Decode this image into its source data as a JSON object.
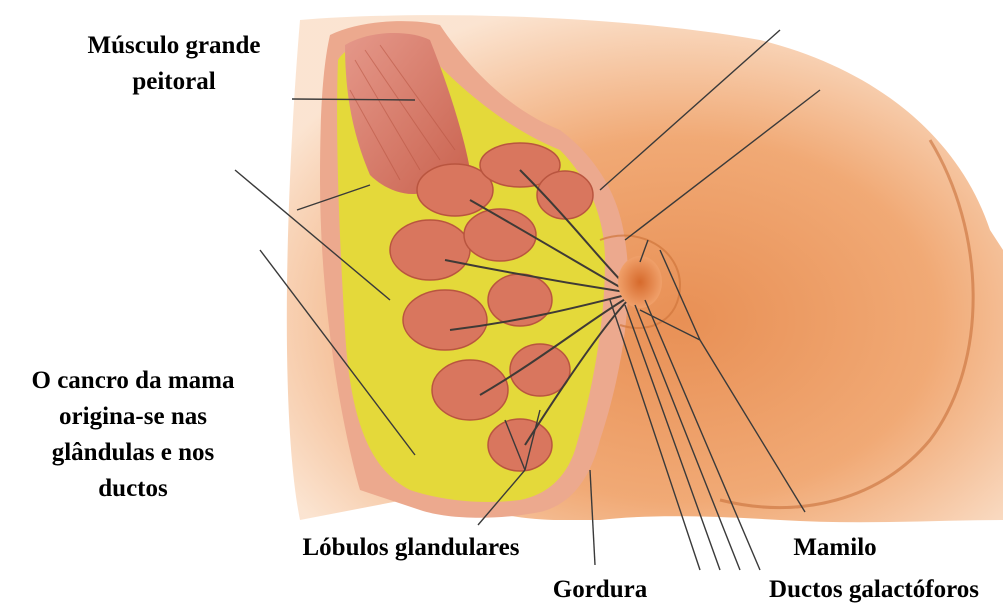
{
  "labels": {
    "pectoral_muscle": [
      "Músculo grande",
      "peitoral"
    ],
    "cancer_note": [
      "O cancro da mama",
      "origina-se nas",
      "glândulas e nos",
      "ductos"
    ],
    "lobules": "Lóbulos glandulares",
    "fat": "Gordura",
    "nipple": "Mamilo",
    "ducts": "Ductos galactóforos"
  },
  "colors": {
    "skin_light": "#f6c49c",
    "skin_mid": "#ec9a5e",
    "skin_dark": "#d8733a",
    "muscle": "#d9806c",
    "muscle_dark": "#c2604c",
    "fat_yellow": "#e7df3c",
    "lobule": "#d87a64",
    "leader_line": "#3a3a3a"
  }
}
